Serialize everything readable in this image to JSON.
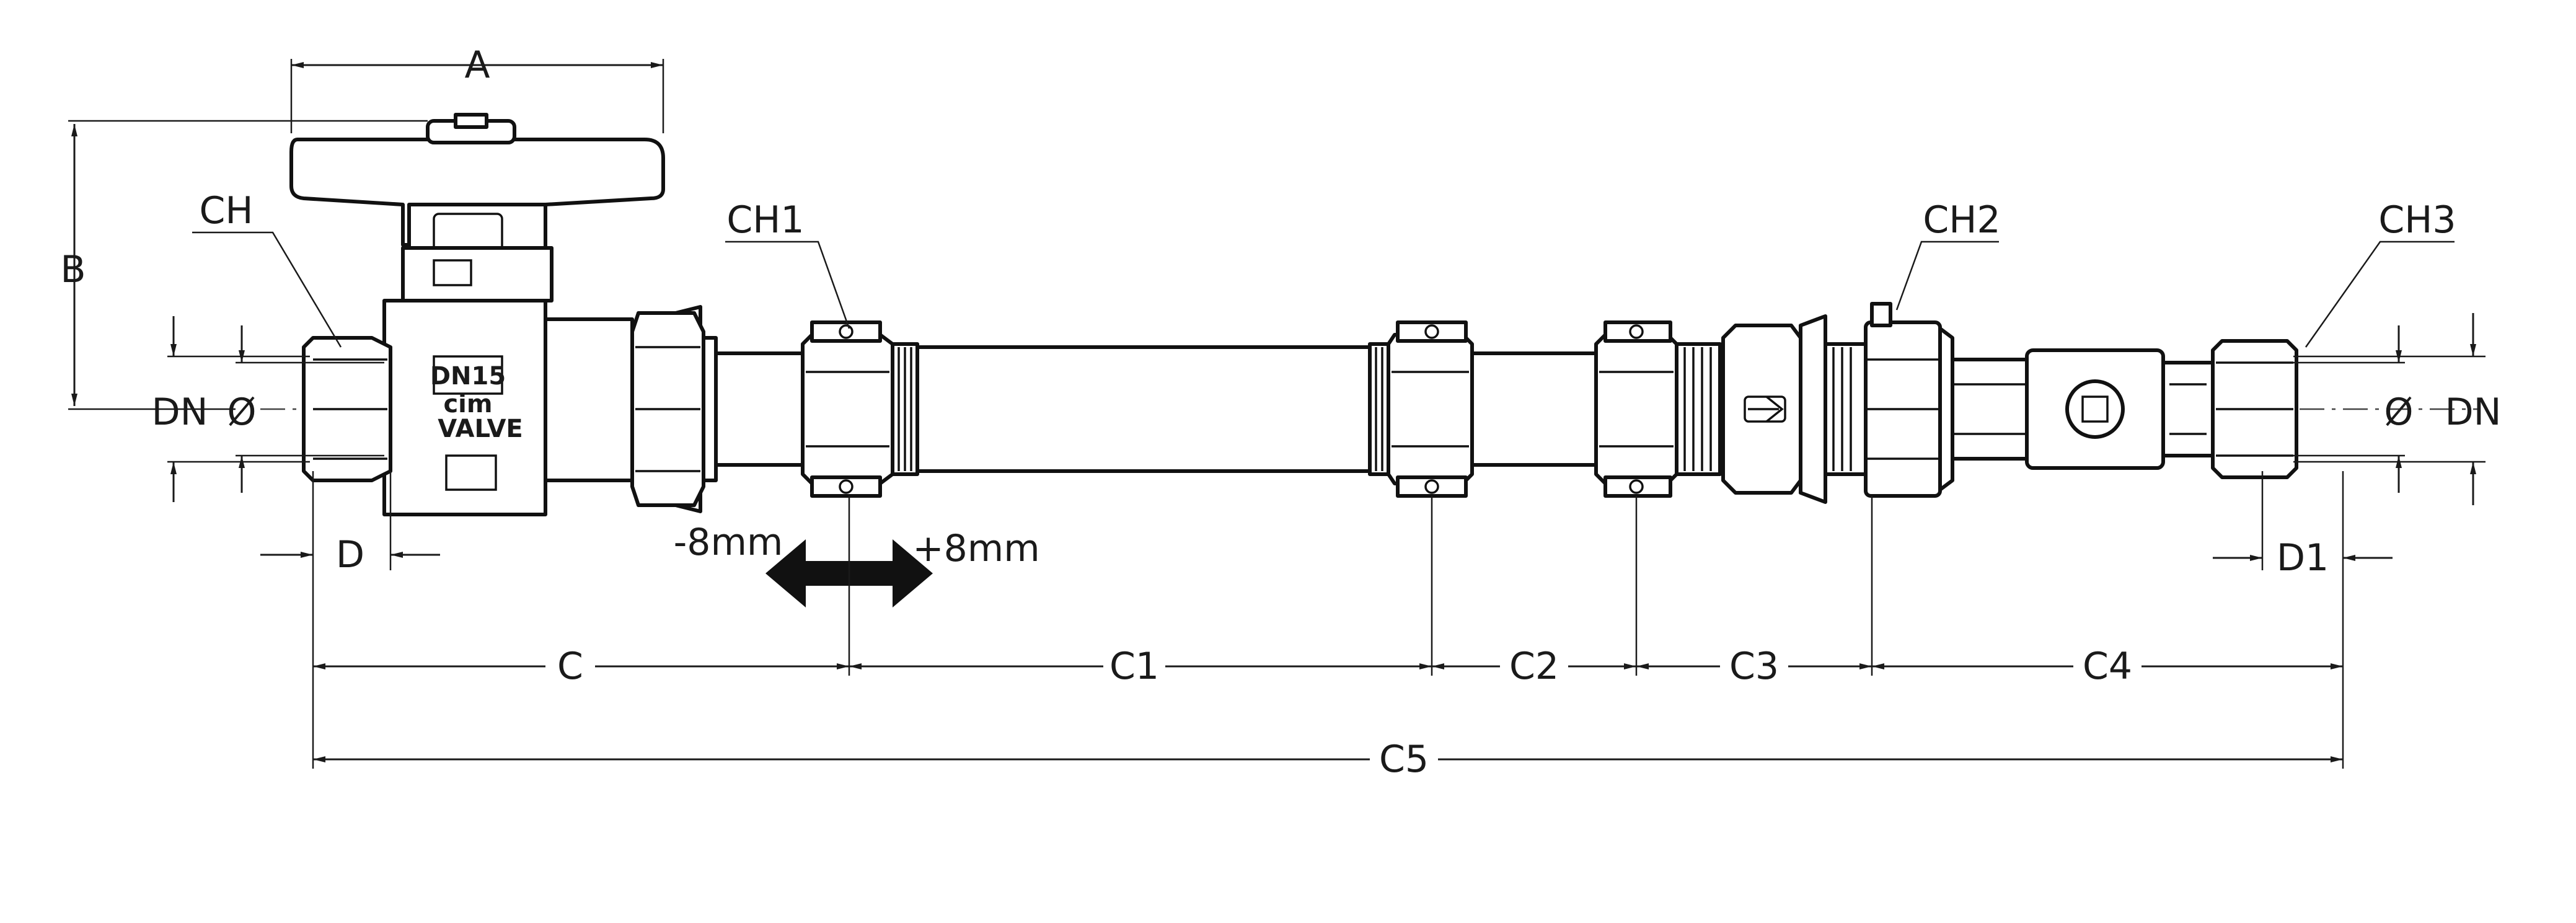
{
  "labels": {
    "A": "A",
    "B": "B",
    "CH": "CH",
    "CH1": "CH1",
    "CH2": "CH2",
    "CH3": "CH3",
    "DN_left": "DN",
    "diameter_left": "Ø",
    "DN_right": "DN",
    "diameter_right": "Ø",
    "D": "D",
    "D1": "D1",
    "minus8": "-8mm",
    "plus8": "+8mm",
    "C": "C",
    "C1": "C1",
    "C2": "C2",
    "C3": "C3",
    "C4": "C4",
    "C5": "C5"
  },
  "valve_marking": {
    "size": "DN15",
    "brand": "cim",
    "word": "VALVE"
  }
}
